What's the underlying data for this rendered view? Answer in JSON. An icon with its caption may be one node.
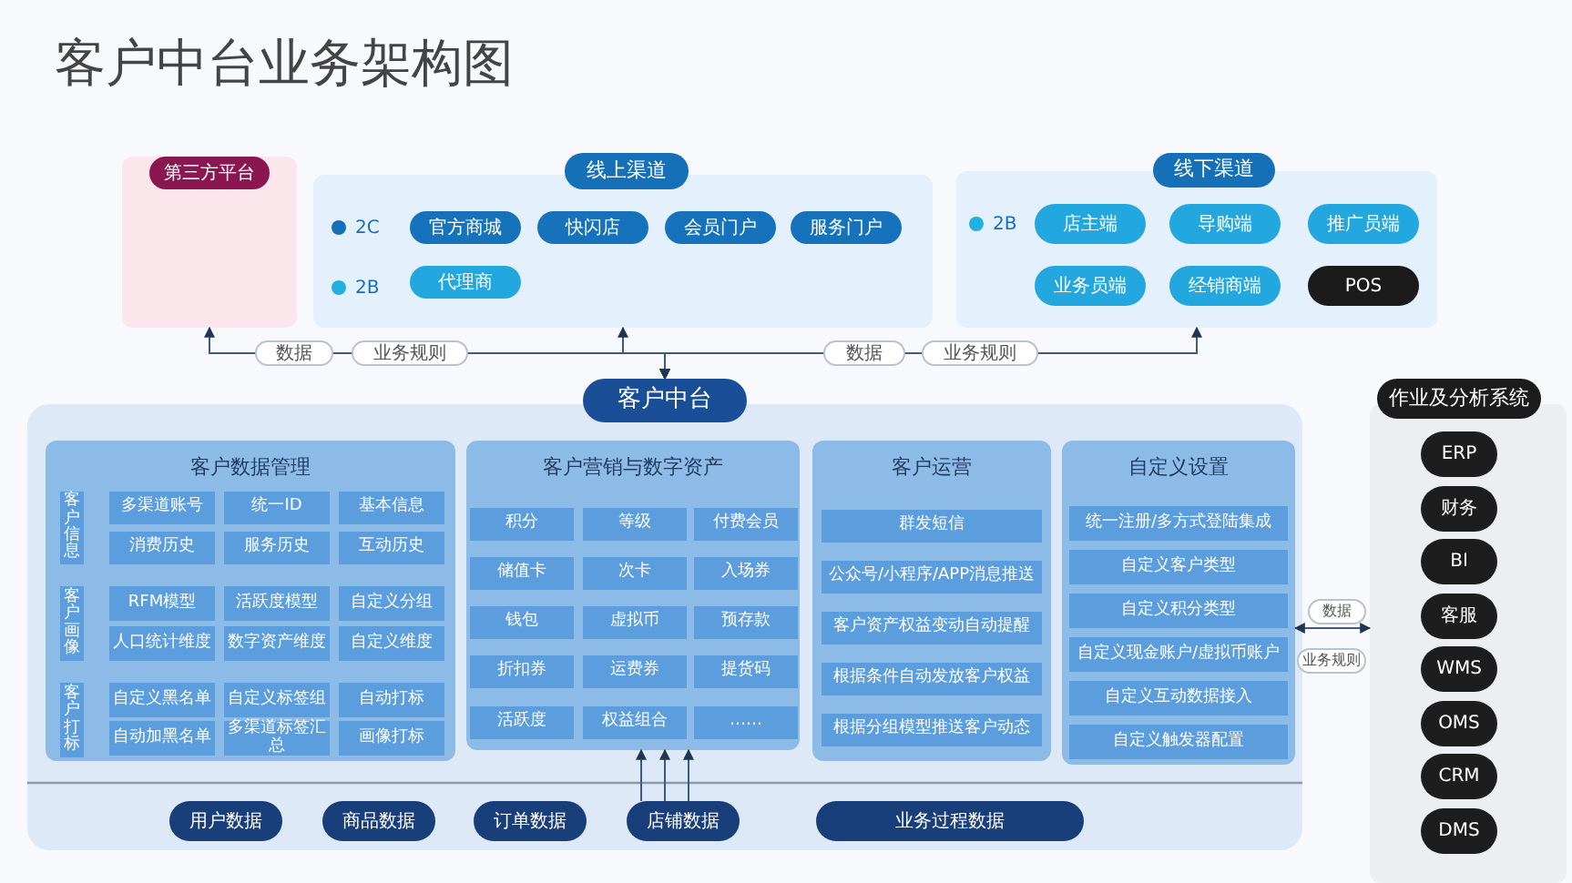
{
  "diagram": {
    "title": "客户中台业务架构图",
    "nodes": [
      {
        "text": [
          "第三方平台"
        ]
      },
      {
        "text": [
          "线上渠道"
        ]
      },
      {
        "text": [
          "官方商城"
        ],
        "in": 1
      },
      {
        "text": [
          "快闪店"
        ],
        "in": 1
      },
      {
        "text": [
          "会员门户"
        ],
        "in": 1
      },
      {
        "text": [
          "服务门户"
        ],
        "in": 1
      },
      {
        "text": [
          "代理商"
        ],
        "in": 1
      },
      {
        "text": [
          "线下渠道"
        ]
      },
      {
        "text": [
          "店主端"
        ],
        "in": 7
      },
      {
        "text": [
          "导购端"
        ],
        "in": 7
      },
      {
        "text": [
          "推广员端"
        ],
        "in": 7
      },
      {
        "text": [
          "业务员端"
        ],
        "in": 7
      },
      {
        "text": [
          "经销商端"
        ],
        "in": 7
      },
      {
        "text": [
          "POS"
        ],
        "in": 7
      },
      {
        "text": [
          "客户中台"
        ]
      },
      {
        "text": [
          "客户数据管理"
        ],
        "in": 14
      },
      {
        "text": [
          "客户信息"
        ],
        "in": 15
      },
      {
        "text": [
          "多渠道账号"
        ],
        "in": 15
      },
      {
        "text": [
          "统一ID"
        ],
        "in": 15
      },
      {
        "text": [
          "基本信息"
        ],
        "in": 15
      },
      {
        "text": [
          "消费历史"
        ],
        "in": 15
      },
      {
        "text": [
          "服务历史"
        ],
        "in": 15
      },
      {
        "text": [
          "互动历史"
        ],
        "in": 15
      },
      {
        "text": [
          "客户画像"
        ],
        "in": 15
      },
      {
        "text": [
          "RFM模型"
        ],
        "in": 15
      },
      {
        "text": [
          "活跃度模型"
        ],
        "in": 15
      },
      {
        "text": [
          "自定义分组"
        ],
        "in": 15
      },
      {
        "text": [
          "人口统计维度"
        ],
        "in": 15
      },
      {
        "text": [
          "数字资产维度"
        ],
        "in": 15
      },
      {
        "text": [
          "自定义维度"
        ],
        "in": 15
      },
      {
        "text": [
          "客户打标"
        ],
        "in": 15
      },
      {
        "text": [
          "自定义黑名单"
        ],
        "in": 15
      },
      {
        "text": [
          "自定义标签组"
        ],
        "in": 15
      },
      {
        "text": [
          "自动打标"
        ],
        "in": 15
      },
      {
        "text": [
          "自动加黑名单"
        ],
        "in": 15
      },
      {
        "text": [
          "多渠道标签汇总"
        ],
        "in": 15
      },
      {
        "text": [
          "画像打标"
        ],
        "in": 15
      },
      {
        "text": [
          "客户营销与数字资产"
        ],
        "in": 14
      },
      {
        "text": [
          "积分"
        ],
        "in": 37
      },
      {
        "text": [
          "等级"
        ],
        "in": 37
      },
      {
        "text": [
          "付费会员"
        ],
        "in": 37
      },
      {
        "text": [
          "储值卡"
        ],
        "in": 37
      },
      {
        "text": [
          "次卡"
        ],
        "in": 37
      },
      {
        "text": [
          "入场券"
        ],
        "in": 37
      },
      {
        "text": [
          "钱包"
        ],
        "in": 37
      },
      {
        "text": [
          "虚拟币"
        ],
        "in": 37
      },
      {
        "text": [
          "预存款"
        ],
        "in": 37
      },
      {
        "text": [
          "折扣券"
        ],
        "in": 37
      },
      {
        "text": [
          "运费券"
        ],
        "in": 37
      },
      {
        "text": [
          "提货码"
        ],
        "in": 37
      },
      {
        "text": [
          "活跃度"
        ],
        "in": 37
      },
      {
        "text": [
          "权益组合"
        ],
        "in": 37
      },
      {
        "text": [
          "……"
        ],
        "in": 37
      },
      {
        "text": [
          "客户运营"
        ],
        "in": 14
      },
      {
        "text": [
          "群发短信"
        ],
        "in": 53
      },
      {
        "text": [
          "公众号/小程序/APP消息推送"
        ],
        "in": 53
      },
      {
        "text": [
          "客户资产权益变动自动提醒"
        ],
        "in": 53
      },
      {
        "text": [
          "根据条件自动发放客户权益"
        ],
        "in": 53
      },
      {
        "text": [
          "根据分组模型推送客户动态"
        ],
        "in": 53
      },
      {
        "text": [
          "自定义设置"
        ],
        "in": 14
      },
      {
        "text": [
          "统一注册/多方式登陆集成"
        ],
        "in": 59
      },
      {
        "text": [
          "自定义客户类型"
        ],
        "in": 59
      },
      {
        "text": [
          "自定义积分类型"
        ],
        "in": 59
      },
      {
        "text": [
          "自定义现金账户/虚拟币账户"
        ],
        "in": 59
      },
      {
        "text": [
          "自定义互动数据接入"
        ],
        "in": 59
      },
      {
        "text": [
          "自定义触发器配置"
        ],
        "in": 59
      },
      {
        "text": [
          "用户数据"
        ],
        "in": 14
      },
      {
        "text": [
          "商品数据"
        ],
        "in": 14
      },
      {
        "text": [
          "订单数据"
        ],
        "in": 14
      },
      {
        "text": [
          "店铺数据"
        ],
        "in": 14
      },
      {
        "text": [
          "业务过程数据"
        ],
        "in": 14
      },
      {
        "text": [
          "作业及分析系统"
        ]
      },
      {
        "text": [
          "ERP"
        ],
        "in": 71
      },
      {
        "text": [
          "财务"
        ],
        "in": 71
      },
      {
        "text": [
          "BI"
        ],
        "in": 71
      },
      {
        "text": [
          "客服"
        ],
        "in": 71
      },
      {
        "text": [
          "WMS"
        ],
        "in": 71
      },
      {
        "text": [
          "OMS"
        ],
        "in": 71
      },
      {
        "text": [
          "CRM"
        ],
        "in": 71
      },
      {
        "text": [
          "DMS"
        ],
        "in": 71
      }
    ],
    "edges": [
      {
        "from": 14,
        "to": 0,
        "arrow": "both"
      },
      {
        "from": 14,
        "to": 1,
        "arrow": "both"
      },
      {
        "from": 14,
        "to": 7,
        "arrow": "both"
      },
      {
        "from": 59,
        "to": 71,
        "arrow": "both"
      },
      {
        "from": 69,
        "to": 37,
        "arrow": "to"
      },
      {
        "from": 69,
        "to": 37,
        "arrow": "to"
      },
      {
        "from": 69,
        "to": 37,
        "arrow": "to"
      }
    ],
    "labels": [
      "2C",
      "2B",
      "2B",
      "数据",
      "业务规则",
      "数据",
      "业务规则",
      "数据",
      "业务规则"
    ]
  }
}
